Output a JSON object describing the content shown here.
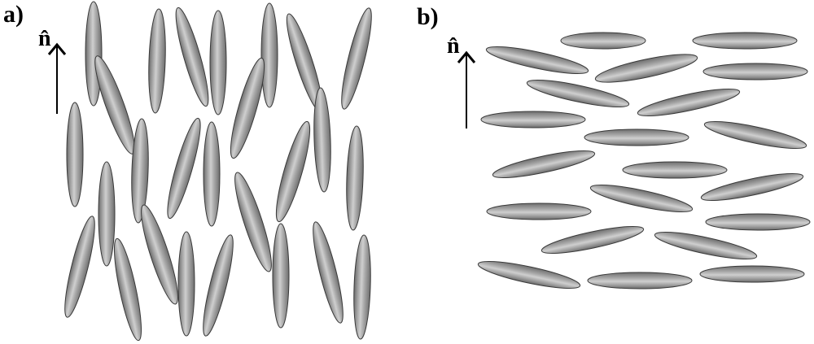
{
  "panel_a": {
    "label": "a)",
    "director": "n̂"
  },
  "panel_b": {
    "label": "b)",
    "director": "n̂"
  },
  "colors": {
    "molecule_fill_light": "#c9c9c9",
    "molecule_fill_mid": "#9a9a9a",
    "molecule_fill_dark": "#6b6b6b",
    "outline": "#3a3a3a",
    "arrow": "#000000"
  }
}
